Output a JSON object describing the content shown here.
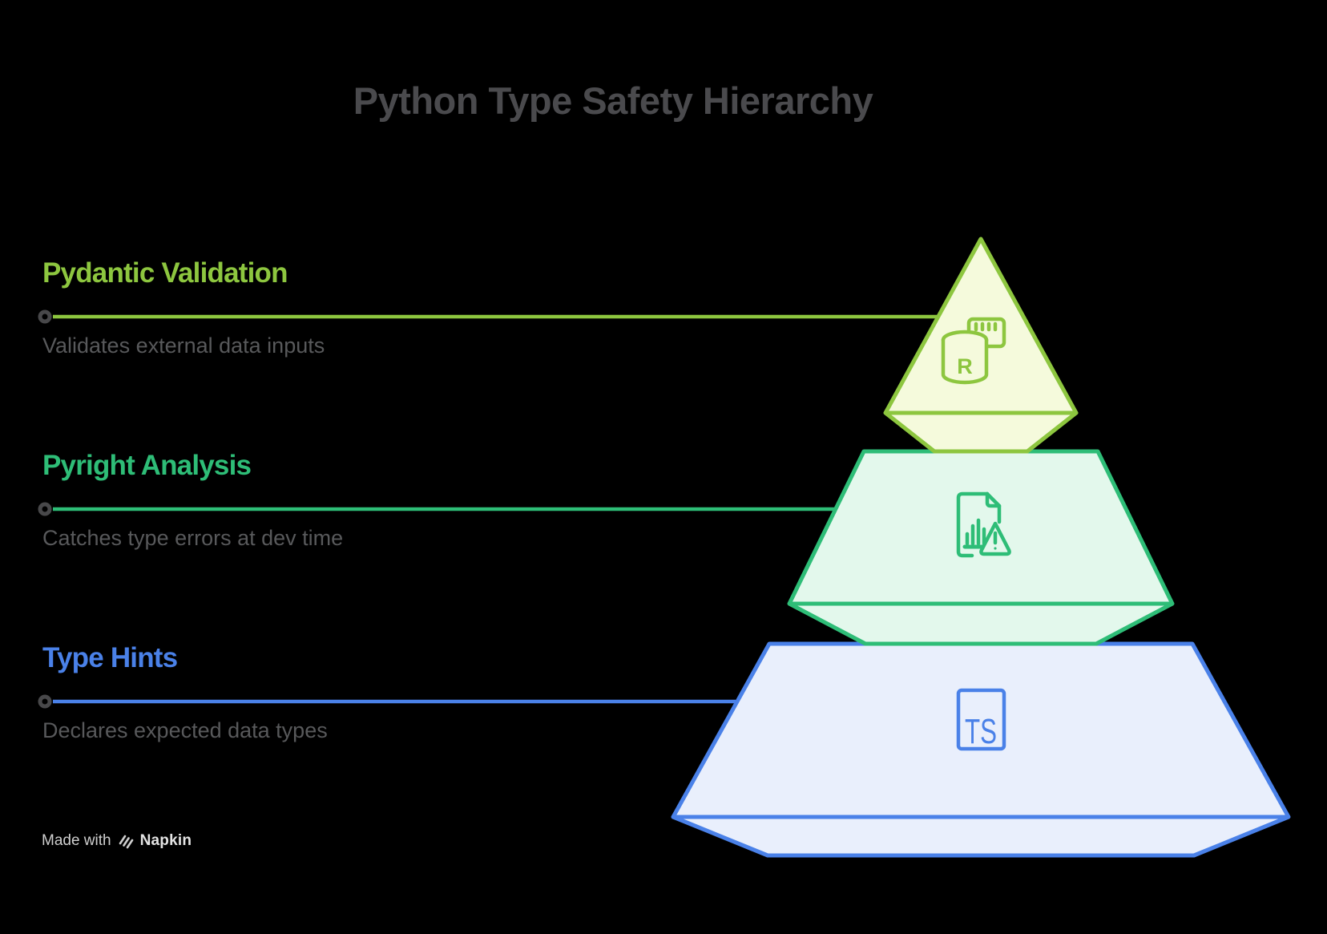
{
  "title": "Python Type Safety Hierarchy",
  "layers": [
    {
      "label": "Pydantic Validation",
      "description": "Validates external data inputs",
      "accent_color": "#8DC63F",
      "fill_color": "#F5FADC",
      "icon": "database-validation-icon",
      "icon_letter": "R"
    },
    {
      "label": "Pyright Analysis",
      "description": "Catches type errors at dev time",
      "accent_color": "#2EBD77",
      "fill_color": "#E3F8EC",
      "icon": "document-warning-icon"
    },
    {
      "label": "Type Hints",
      "description": "Declares expected data types",
      "accent_color": "#4A81E8",
      "fill_color": "#E9EFFC",
      "icon": "ts-badge-icon",
      "icon_letter": "TS"
    }
  ],
  "text_colors": {
    "title": "#4A4A4D",
    "description": "#58595B",
    "marker_ring": "#48484A"
  },
  "footer": {
    "made_with": "Made with",
    "brand": "Napkin",
    "logo": "napkin-logo-icon"
  }
}
